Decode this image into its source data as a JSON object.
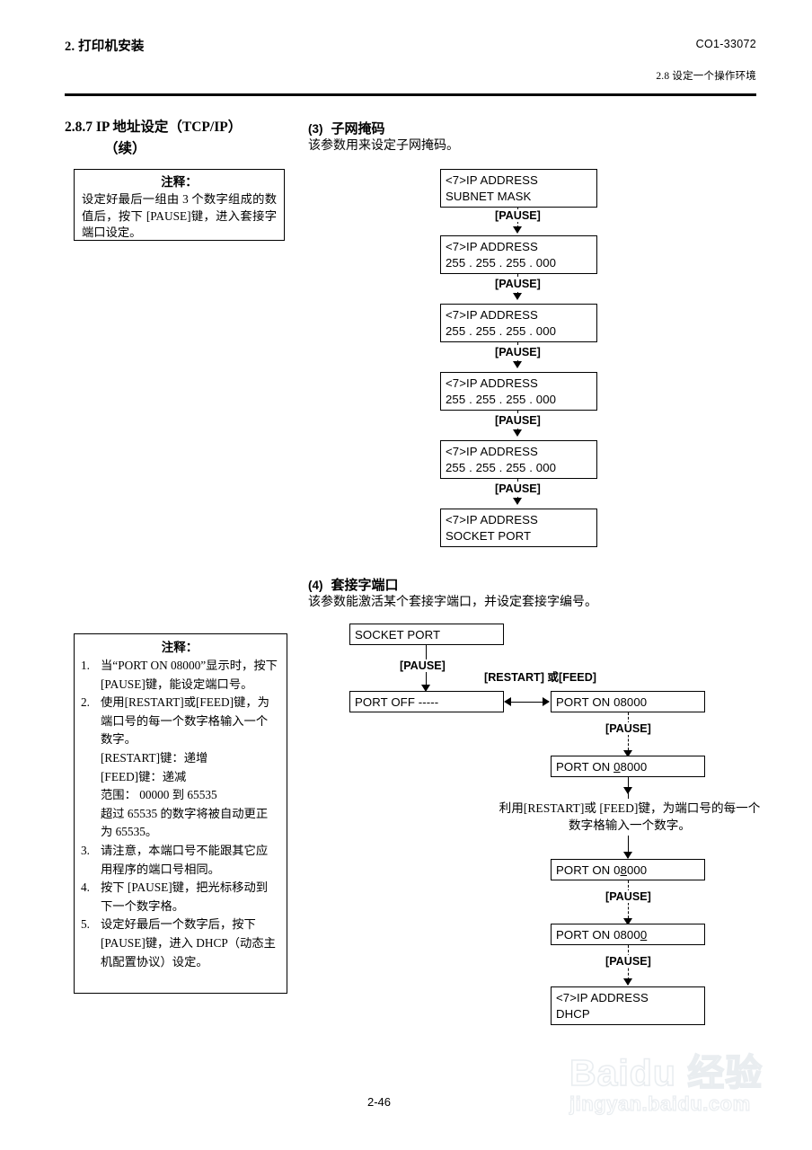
{
  "header": {
    "left_title": "2. 打印机安装",
    "doc_code": "CO1-33072",
    "section_ref": "2.8 设定一个操作环境"
  },
  "section": {
    "number_title": "2.8.7   IP 地址设定（TCP/IP）",
    "continued": "（续）"
  },
  "note_top": {
    "title": "注释：",
    "body": "设定好最后一组由 3 个数字组成的数值后，按下 [PAUSE]键，进入套接字端口设定。"
  },
  "note_bottom": {
    "title": "注释：",
    "items": [
      {
        "num": "1.",
        "text": "当“PORT ON 08000”显示时，按下 [PAUSE]键，能设定端口号。"
      },
      {
        "num": "2.",
        "text": "使用[RESTART]或[FEED]键，为端口号的每一个数字格输入一个数字。",
        "lines": [
          "[RESTART]键：递增",
          "[FEED]键：递减",
          "范围： 00000 到 65535",
          "超过 65535 的数字将被自动更正为 65535。"
        ]
      },
      {
        "num": "3.",
        "text": "请注意，本端口号不能跟其它应用程序的端口号相同。"
      },
      {
        "num": "4.",
        "text": "按下 [PAUSE]键，把光标移动到下一个数字格。"
      },
      {
        "num": "5.",
        "text": "设定好最后一个数字后，按下 [PAUSE]键，进入 DHCP（动态主机配置协议）设定。"
      }
    ]
  },
  "part3": {
    "label": "(3)",
    "title": "子网掩码",
    "description": "该参数用来设定子网掩码。",
    "steps": [
      {
        "line1": "<7>IP ADDRESS",
        "line2": "SUBNET MASK"
      },
      {
        "line1": "<7>IP ADDRESS",
        "line2": "255 . 255 . 255 . 000"
      },
      {
        "line1": "<7>IP ADDRESS",
        "line2": "255 . 255 . 255 . 000"
      },
      {
        "line1": "<7>IP ADDRESS",
        "line2": "255 . 255 . 255 . 000"
      },
      {
        "line1": "<7>IP ADDRESS",
        "line2": "255 . 255 . 255 . 000"
      },
      {
        "line1": "<7>IP ADDRESS",
        "line2": "SOCKET PORT"
      }
    ],
    "connector_labels": [
      "[PAUSE]",
      "[PAUSE]",
      "[PAUSE]",
      "[PAUSE]",
      "[PAUSE]"
    ]
  },
  "part4": {
    "label": "(4)",
    "title": "套接字端口",
    "description": "该参数能激活某个套接字端口，并设定套接字编号。",
    "box_socket_port": "SOCKET PORT",
    "label_pause_1": "[PAUSE]",
    "label_restart_feed": "[RESTART] 或[FEED]",
    "box_port_off": "PORT OFF -----",
    "box_port_on": "PORT ON  08000",
    "label_pause_2": "[PAUSE]",
    "box_port_on_d1_pre": "PORT ON  ",
    "box_port_on_d1_mark": "0",
    "box_port_on_d1_post": "8000",
    "inline_note": "利用[RESTART]或 [FEED]键，为端口号的每一个数字格输入一个数字。",
    "box_port_on_d2_pre": "PORT ON  0",
    "box_port_on_d2_mark": "8",
    "box_port_on_d2_post": "000",
    "label_pause_3": "[PAUSE]",
    "box_port_on_d5_pre": "PORT ON  0800",
    "box_port_on_d5_mark": "0",
    "box_port_on_d5_post": "",
    "label_pause_4": "[PAUSE]",
    "box_dhcp_line1": "<7>IP ADDRESS",
    "box_dhcp_line2": "DHCP"
  },
  "footer": {
    "page_number": "2-46"
  },
  "watermark": {
    "main": "Baidu 经验",
    "sub": "jingyan.baidu.com"
  }
}
